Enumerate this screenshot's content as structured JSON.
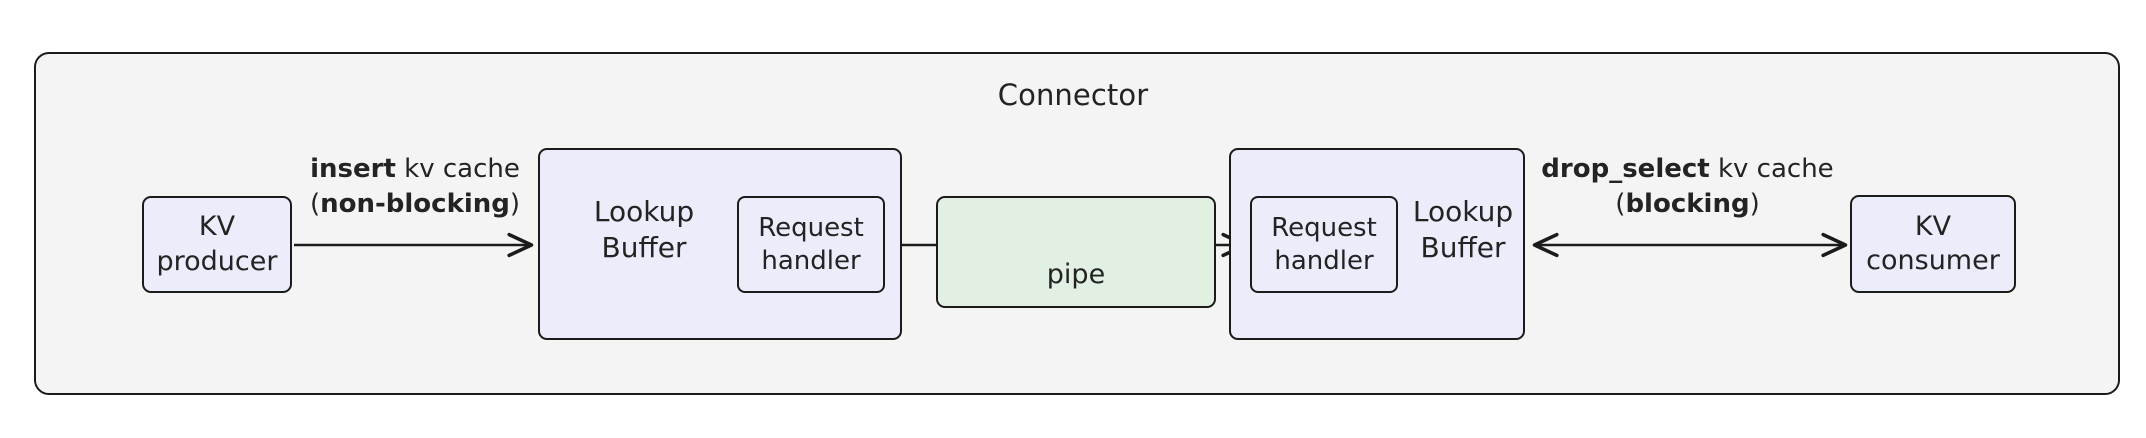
{
  "diagram": {
    "container": {
      "title": "Connector",
      "background_color": "#f4f4f4",
      "border_color": "#1b1b1b"
    },
    "colors": {
      "node_blue": "#ecedfb",
      "node_green": "#e2f0e4",
      "stroke": "#1b1b1b",
      "text": "#232323",
      "page_background": "#ffffff"
    },
    "nodes": {
      "kv_producer": {
        "label": "KV\nproducer",
        "fill": "#ecedfb"
      },
      "kv_consumer": {
        "label": "KV\nconsumer",
        "fill": "#ecedfb"
      },
      "lookup_buffer_left": {
        "label": "Lookup\nBuffer",
        "fill": "#ecedfb"
      },
      "lookup_buffer_right": {
        "label": "Lookup\nBuffer",
        "fill": "#ecedfb"
      },
      "request_handler_left": {
        "label": "Request\nhandler",
        "fill": "#ecedfb"
      },
      "request_handler_right": {
        "label": "Request\nhandler",
        "fill": "#ecedfb"
      },
      "pipe": {
        "label": "pipe",
        "fill": "#e2f0e4"
      }
    },
    "edges": {
      "insert": {
        "op": "insert",
        "object": " kv cache",
        "open_paren": "(",
        "mode": "non-blocking",
        "close_paren": ")",
        "direction": "one-way-right"
      },
      "drop_select": {
        "op": "drop_select",
        "object": " kv cache",
        "open_paren": "(",
        "mode": "blocking",
        "close_paren": ")",
        "direction": "two-way"
      },
      "pipe_edge": {
        "direction": "two-way"
      }
    }
  }
}
